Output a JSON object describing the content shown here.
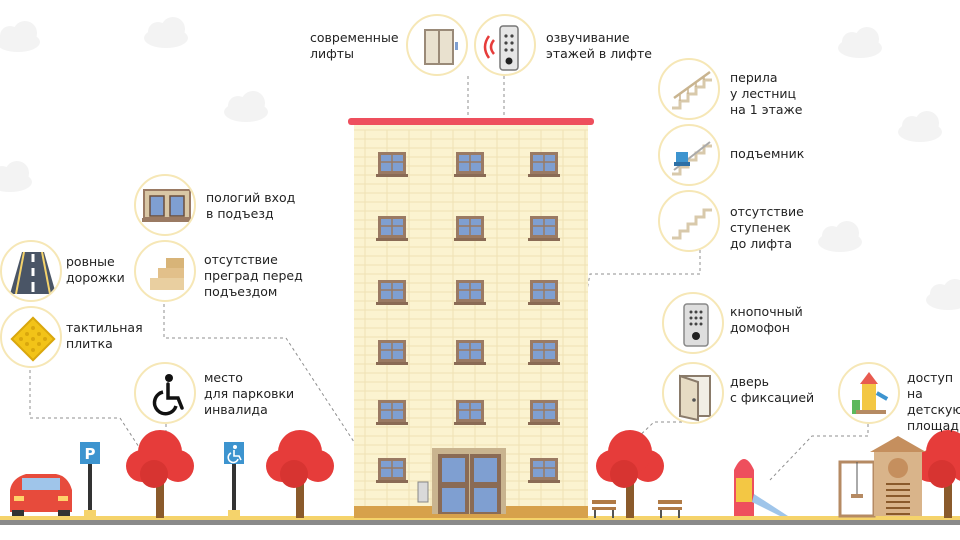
{
  "features": {
    "lifts": "современные\nлифты",
    "floor_voice": "озвучивание\nэтажей в лифте",
    "railings": "перила\nу лестниц\nна 1 этаже",
    "lift_platform": "подъемник",
    "no_steps": "отсутствие\nступенек\nдо лифта",
    "ramp_entry": "пологий вход\nв подъезд",
    "no_barriers": "отсутствие\nпреград перед\nподъездом",
    "smooth_paths": "ровные\nдорожки",
    "tactile_tile": "тактильная\nплитка",
    "parking": "место\nдля парковки\nинвалида",
    "intercom": "кнопочный\nдомофон",
    "door_fix": "дверь\nс фиксацией",
    "playground": "доступ\nна детскую\nплощадку"
  },
  "signs": {
    "parking_letter": "P"
  },
  "colors": {
    "gold": "#f5d36b",
    "building": "#fbf3d0",
    "roof": "#ee4f5d",
    "window_frame": "#9a7a63",
    "glass": "#7f9fd1",
    "tree": "#e63c3a",
    "car": "#e74b3c",
    "sign_blue": "#3d94cf"
  }
}
